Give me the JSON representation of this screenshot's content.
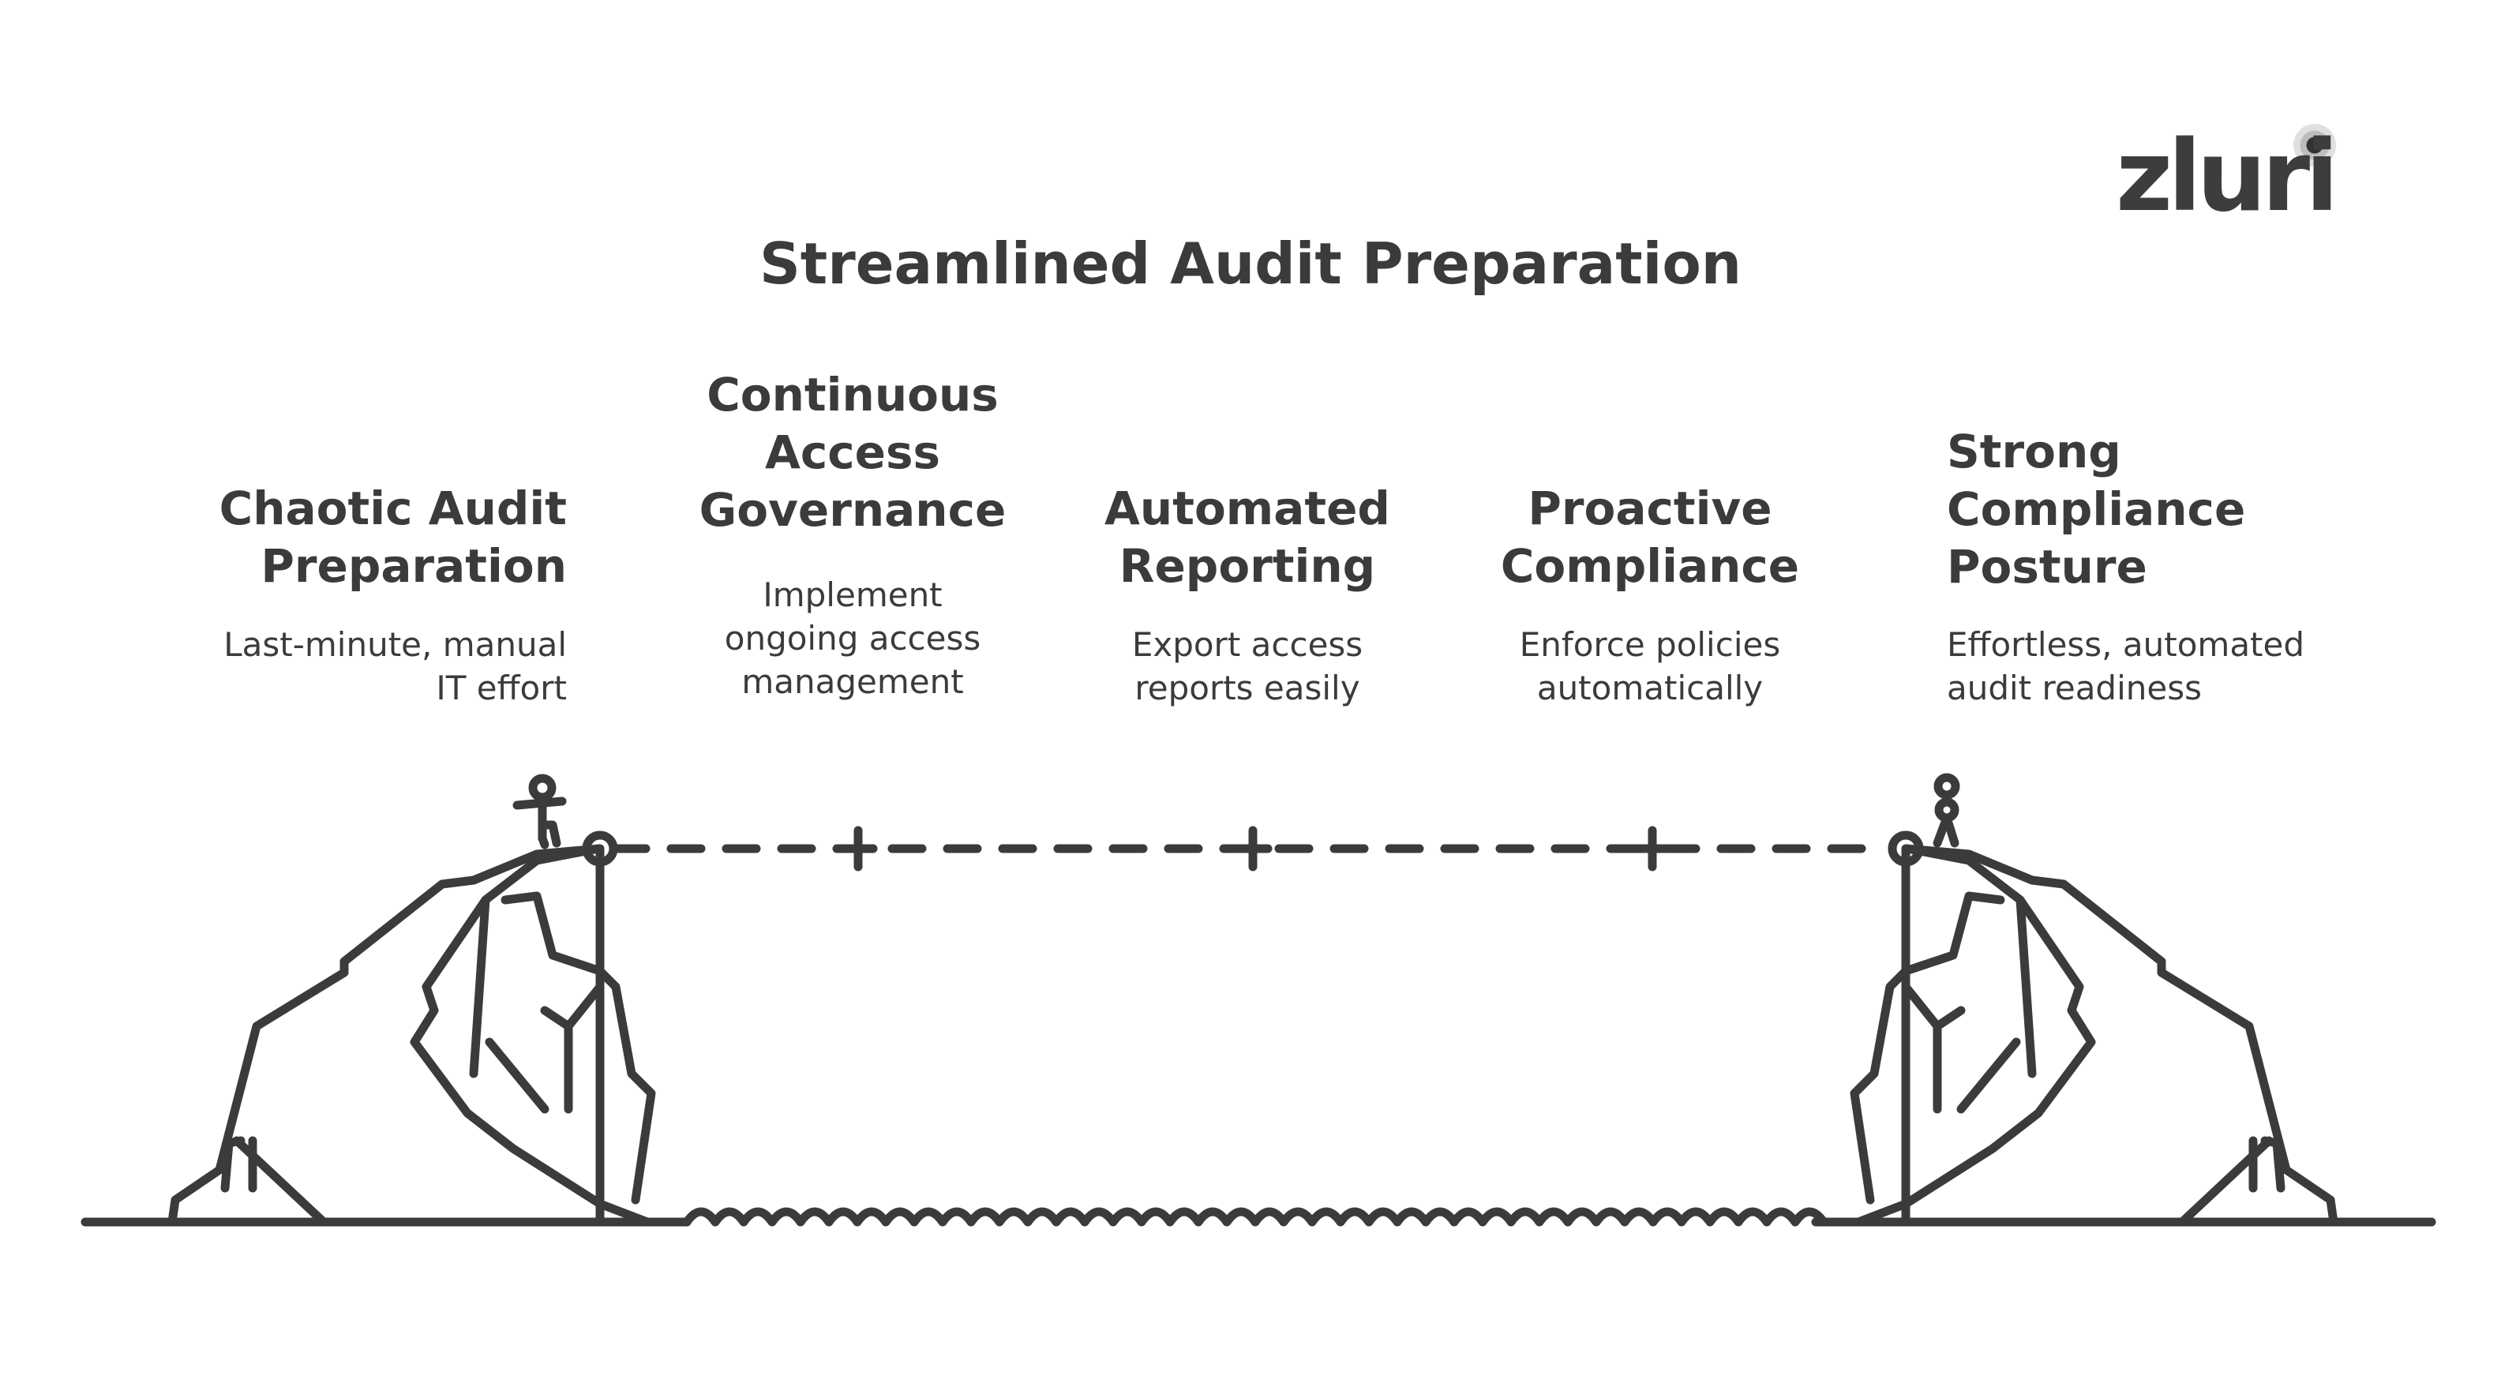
{
  "brand": {
    "logo_text": "zluri"
  },
  "title": "Streamlined Audit Preparation",
  "stages": [
    {
      "heading": "Chaotic Audit\nPreparation",
      "description": "Last-minute, manual\nIT effort"
    },
    {
      "heading": "Continuous\nAccess\nGovernance",
      "description": "Implement\nongoing access\nmanagement"
    },
    {
      "heading": "Automated\nReporting",
      "description": "Export access\nreports easily"
    },
    {
      "heading": "Proactive\nCompliance",
      "description": "Enforce policies\nautomatically"
    },
    {
      "heading": "Strong\nCompliance\nPosture",
      "description": "Effortless, automated\naudit readiness"
    }
  ],
  "colors": {
    "ink": "#3b3b3b",
    "background": "#ffffff"
  }
}
